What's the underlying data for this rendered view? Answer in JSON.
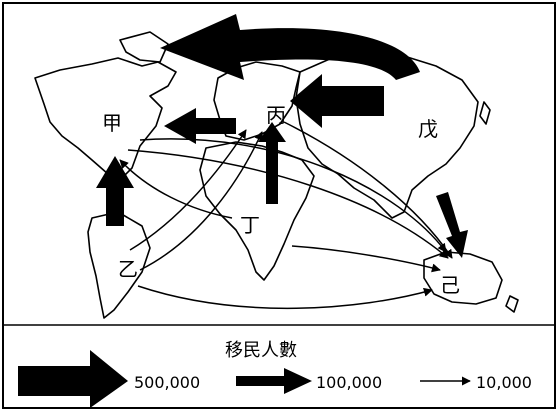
{
  "regions": {
    "jia": "甲",
    "yi": "乙",
    "bing": "丙",
    "ding": "丁",
    "wu": "戊",
    "ji": "己"
  },
  "legend": {
    "title": "移民人數",
    "items": [
      {
        "value": "500,000"
      },
      {
        "value": "100,000"
      },
      {
        "value": "10,000"
      }
    ]
  },
  "colors": {
    "ink": "#000000",
    "paper": "#ffffff"
  }
}
